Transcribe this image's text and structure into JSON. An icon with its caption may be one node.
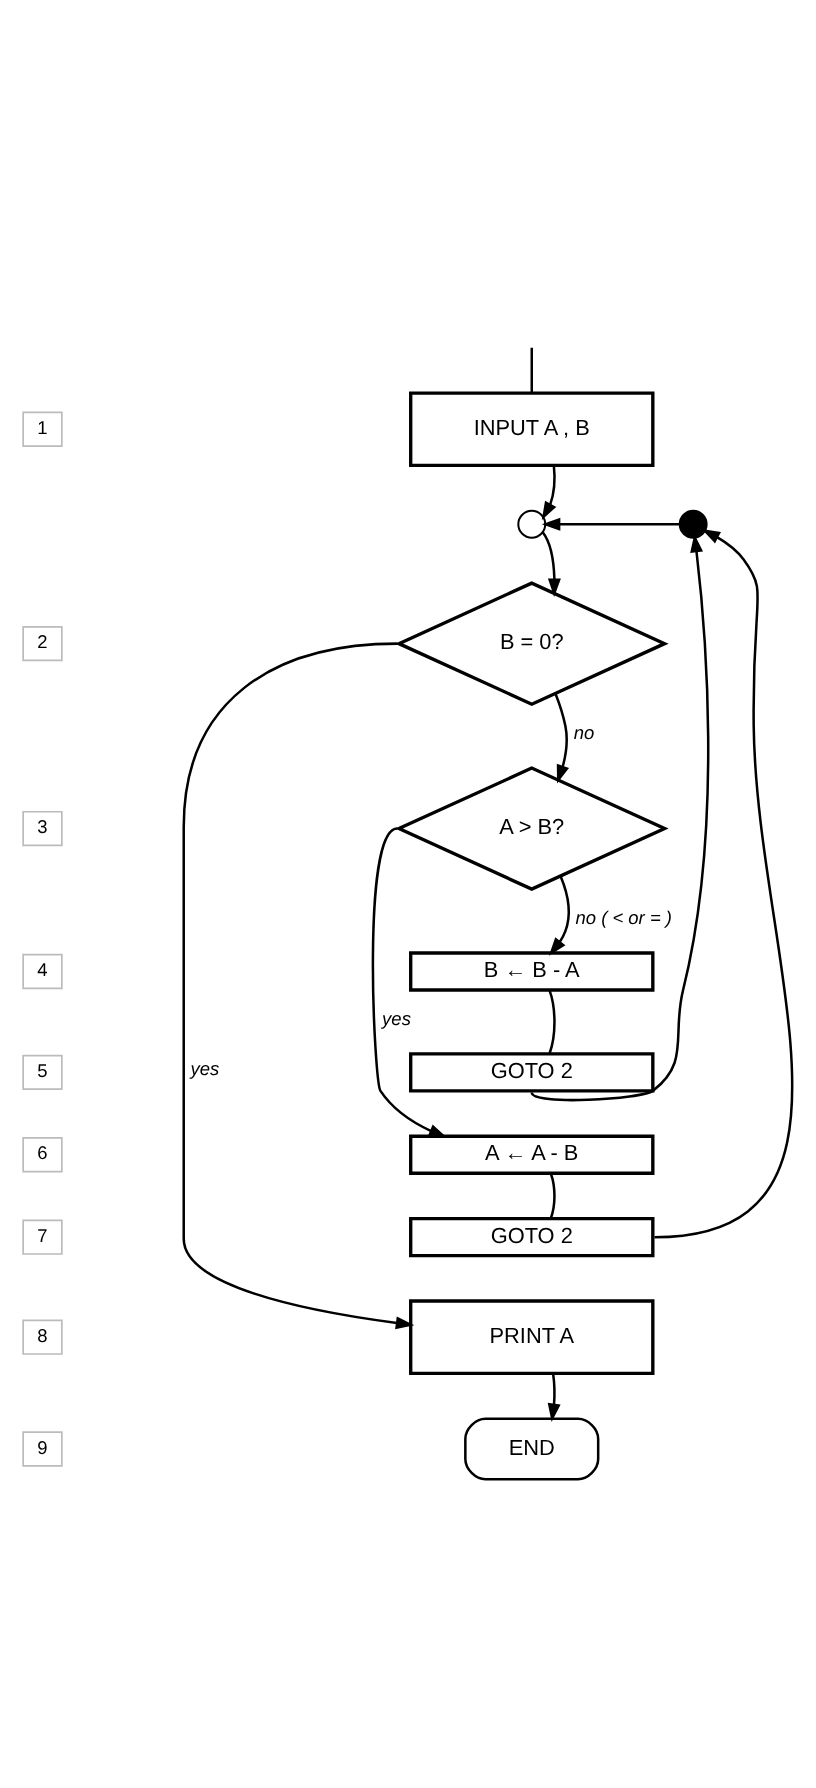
{
  "diagram": {
    "nodes": [
      {
        "text": [
          "1"
        ]
      },
      {
        "text": [
          "INPUT A , B"
        ]
      },
      {
        "text": [],
        "shape": "circle"
      },
      {
        "text": [],
        "shape": "circle"
      },
      {
        "text": [
          "2"
        ]
      },
      {
        "text": [
          "B = 0?"
        ]
      },
      {
        "text": [
          "3"
        ]
      },
      {
        "text": [
          "A > B?"
        ]
      },
      {
        "text": [
          "4"
        ]
      },
      {
        "text": [
          "B ← B - A"
        ]
      },
      {
        "text": [
          "5"
        ]
      },
      {
        "text": [
          "GOTO 2"
        ]
      },
      {
        "text": [
          "6"
        ]
      },
      {
        "text": [
          "A ← A - B"
        ]
      },
      {
        "text": [
          "7"
        ]
      },
      {
        "text": [
          "GOTO 2"
        ]
      },
      {
        "text": [
          "8"
        ]
      },
      {
        "text": [
          "PRINT A"
        ]
      },
      {
        "text": [
          "9"
        ]
      },
      {
        "text": [
          "END"
        ]
      }
    ],
    "edges": [
      {
        "from": null,
        "to": 1,
        "arrow": "none"
      },
      {
        "from": 1,
        "to": 2,
        "arrow": "to"
      },
      {
        "from": 2,
        "to": 5,
        "arrow": "to"
      },
      {
        "from": 3,
        "to": 2,
        "arrow": "to"
      },
      {
        "from": 5,
        "to": 7,
        "arrow": "to",
        "label": "no"
      },
      {
        "from": 5,
        "to": 17,
        "arrow": "to",
        "label": "yes"
      },
      {
        "from": 7,
        "to": 9,
        "arrow": "to",
        "label": "no ( < or = )"
      },
      {
        "from": 7,
        "to": 13,
        "arrow": "to",
        "label": "yes"
      },
      {
        "from": 9,
        "to": 11,
        "arrow": "none"
      },
      {
        "from": 11,
        "to": 3,
        "arrow": "to"
      },
      {
        "from": 13,
        "to": 15,
        "arrow": "none"
      },
      {
        "from": 15,
        "to": 3,
        "arrow": "to"
      },
      {
        "from": 17,
        "to": 19,
        "arrow": "to"
      }
    ]
  }
}
